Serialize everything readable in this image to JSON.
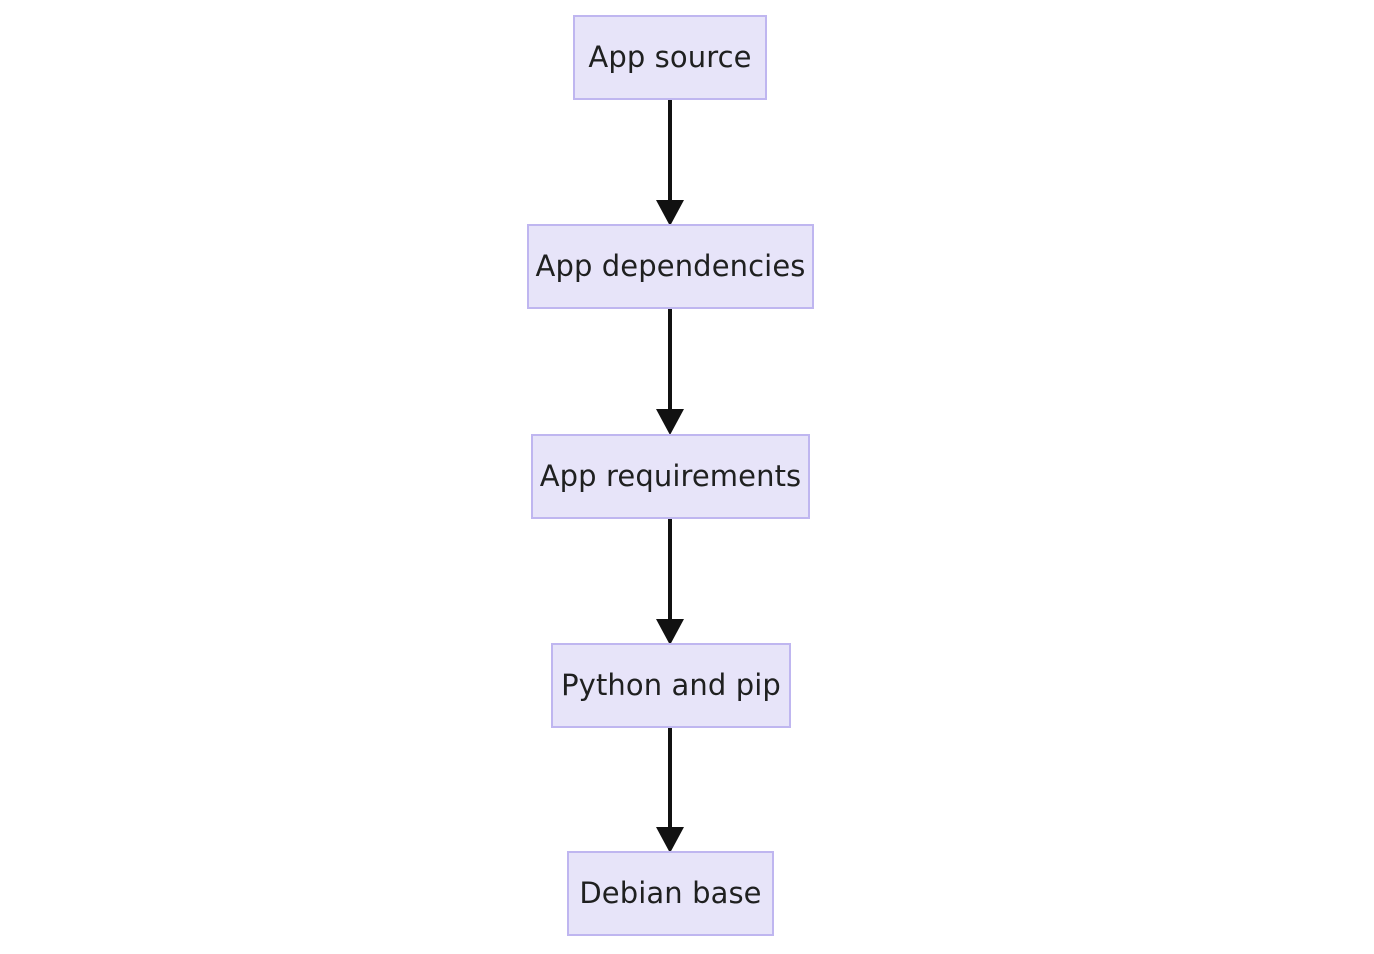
{
  "diagram": {
    "type": "flowchart",
    "direction": "top-to-bottom",
    "background_color": "#ffffff",
    "node_fill_color": "#e7e4f9",
    "node_border_color": "#bfb6f0",
    "node_text_color": "#1f2020",
    "edge_color": "#111111",
    "nodes": [
      {
        "id": "app-source",
        "label": "App source"
      },
      {
        "id": "app-deps",
        "label": "App dependencies"
      },
      {
        "id": "app-reqs",
        "label": "App requirements"
      },
      {
        "id": "python-pip",
        "label": "Python and pip"
      },
      {
        "id": "debian-base",
        "label": "Debian base"
      }
    ],
    "edges": [
      {
        "id": "edge-1",
        "from": "app-source",
        "to": "app-deps",
        "label": "",
        "arrow": "arrow-down-icon"
      },
      {
        "id": "edge-2",
        "from": "app-deps",
        "to": "app-reqs",
        "label": "",
        "arrow": "arrow-down-icon"
      },
      {
        "id": "edge-3",
        "from": "app-reqs",
        "to": "python-pip",
        "label": "",
        "arrow": "arrow-down-icon"
      },
      {
        "id": "edge-4",
        "from": "python-pip",
        "to": "debian-base",
        "label": "",
        "arrow": "arrow-down-icon"
      }
    ]
  }
}
